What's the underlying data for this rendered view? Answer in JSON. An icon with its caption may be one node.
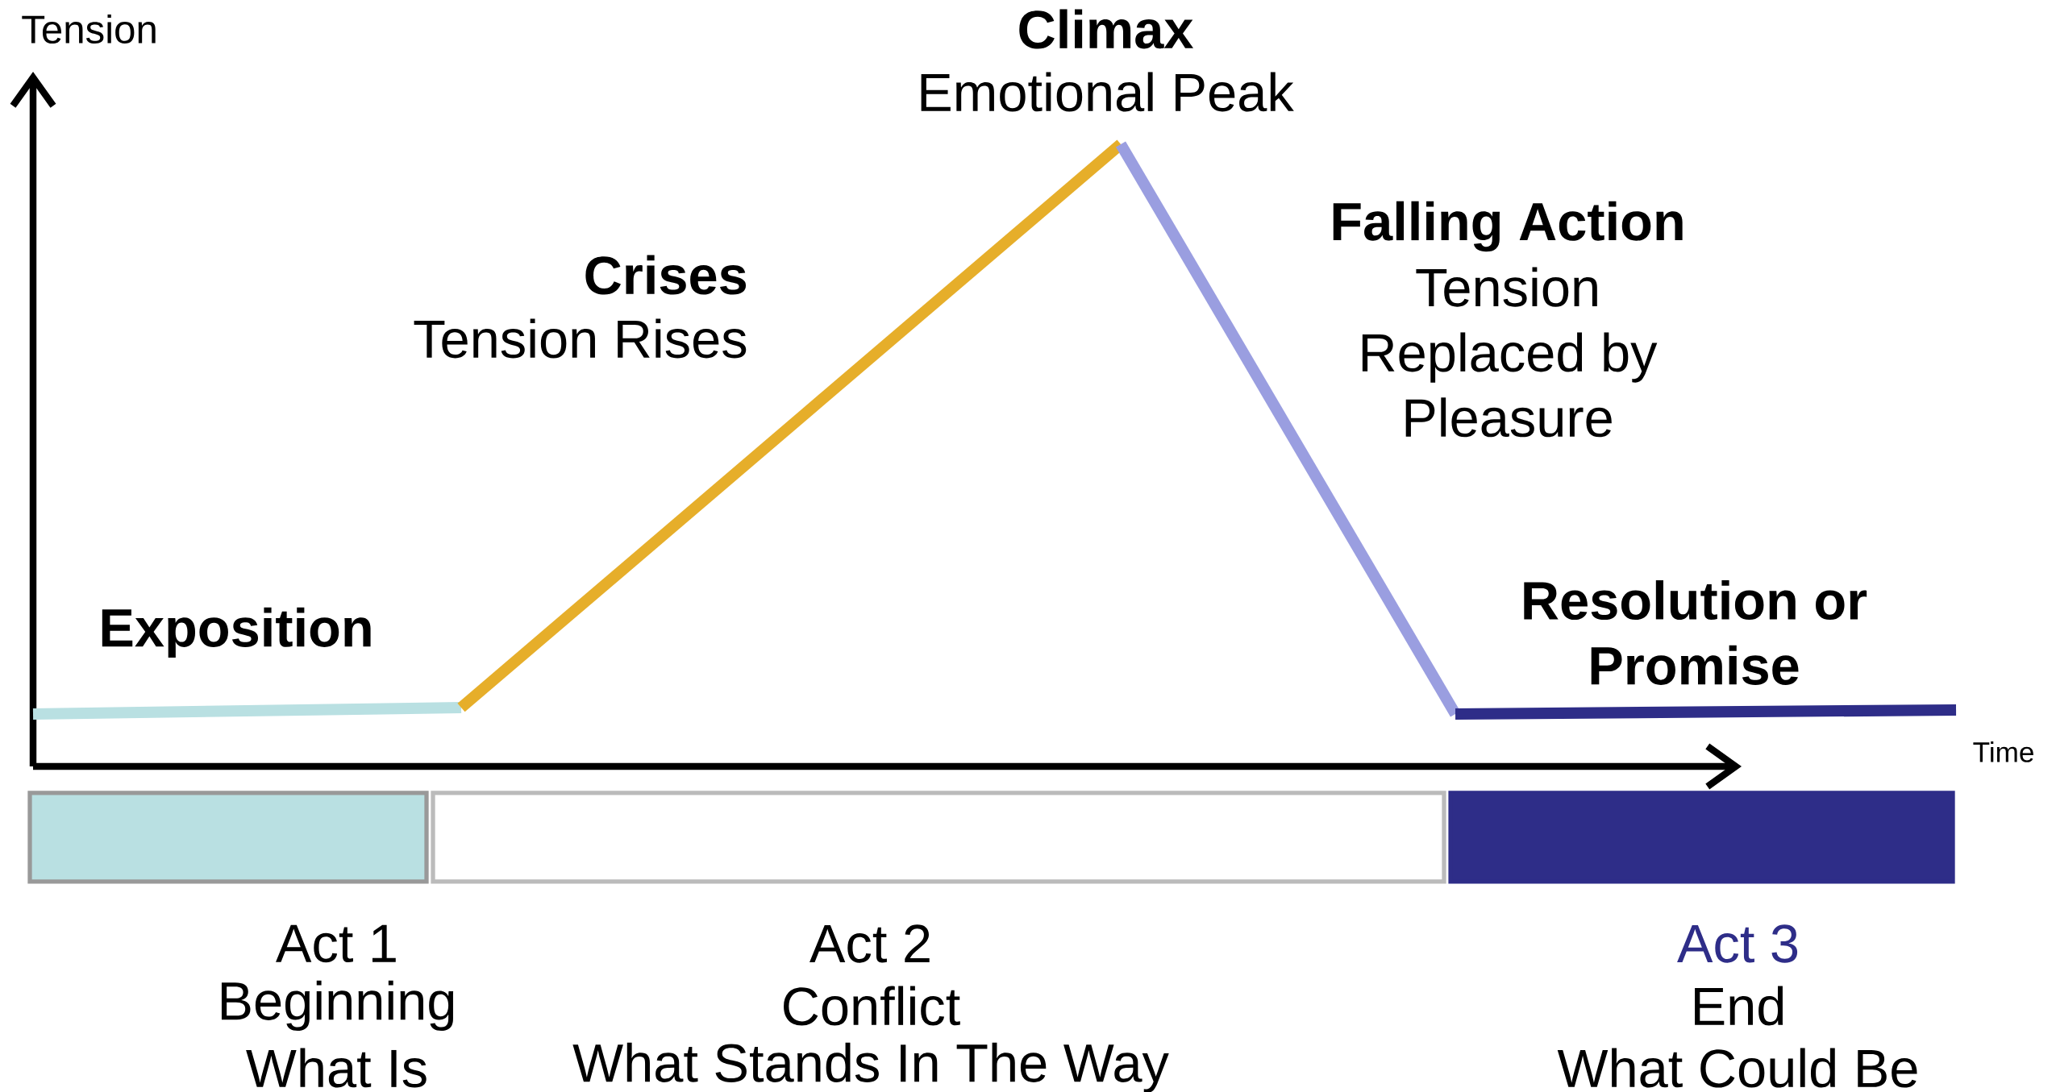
{
  "diagram": {
    "nodes": [
      {
        "text": [],
        "shape": "bar",
        "beside": [
          "Act 1",
          "Beginning",
          "What Is"
        ]
      },
      {
        "text": [],
        "shape": "bar",
        "beside": [
          "Act 2",
          "Conflict",
          "What Stands In The Way"
        ]
      },
      {
        "text": [],
        "shape": "bar",
        "beside": [
          "Act 3",
          "End",
          "What Could Be"
        ]
      }
    ],
    "labels": [
      "Tension",
      "Climax",
      "Emotional Peak",
      "Falling Action",
      "Tension Replaced by Pleasure",
      "Crises",
      "Tension Rises",
      "Exposition",
      "Resolution or Promise",
      "Time"
    ]
  }
}
